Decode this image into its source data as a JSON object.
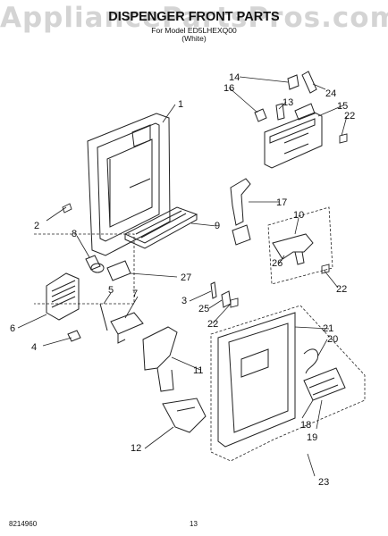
{
  "watermark": "AppliancePartsPros.com",
  "title": "DISPENGER FRONT PARTS",
  "subtitle": "For Model ED5LHEXQ00",
  "color_note": "(White)",
  "footer": {
    "doc_number": "8214960",
    "page": "13"
  },
  "callouts": [
    "1",
    "2",
    "3",
    "4",
    "5",
    "6",
    "7",
    "8",
    "9",
    "10",
    "11",
    "12",
    "13",
    "14",
    "15",
    "16",
    "17",
    "18",
    "19",
    "20",
    "21",
    "22",
    "22",
    "22",
    "23",
    "24",
    "25",
    "26",
    "27"
  ]
}
